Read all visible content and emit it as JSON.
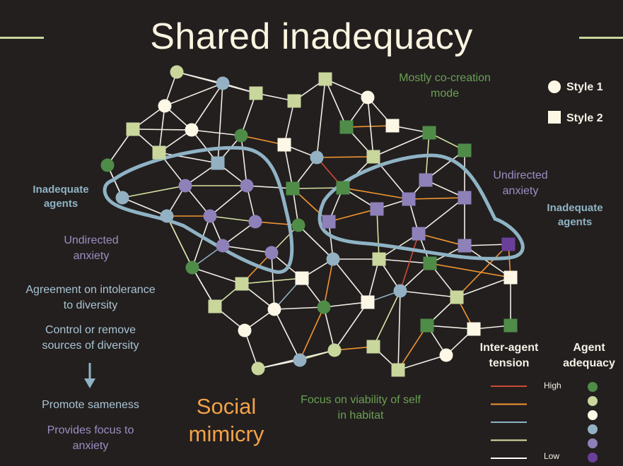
{
  "title": "Shared inadequacy",
  "top_caption": "Mostly co-creation mode",
  "legend_styles": [
    {
      "label": "Style 1",
      "shape": "circle"
    },
    {
      "label": "Style 2",
      "shape": "square"
    }
  ],
  "left_group": {
    "tag": "Inadequate agents",
    "note": "Undirected anxiety"
  },
  "right_group": {
    "tag": "Inadequate agents",
    "note": "Undirected anxiety"
  },
  "left_notes": {
    "agreement": "Agreement on intolerance to diversity",
    "control": "Control or remove sources of diversity",
    "promote": "Promote sameness",
    "focus": "Provides focus to anxiety"
  },
  "social_mimicry": "Social mimicry",
  "bottom_caption": "Focus on viability of self in habitat",
  "tension_legend": {
    "title": "Inter-agent tension",
    "high": "High",
    "low": "Low",
    "colors": [
      "#cf4b34",
      "#f2962f",
      "#8fb3c4",
      "#d6e4a2",
      "#ffffff"
    ]
  },
  "adequacy_legend": {
    "title": "Agent adequacy",
    "colors": [
      "#4f8c48",
      "#c9d69c",
      "#fdf8e6",
      "#93b1c2",
      "#8e80b9",
      "#6a3f9a"
    ]
  },
  "colors": {
    "background": "#231f1f",
    "outline": "#8fb3c4",
    "accent_green": "#c9d69c"
  }
}
